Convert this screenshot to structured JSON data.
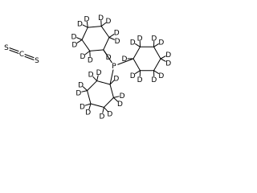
{
  "molecule": {
    "labels": {
      "deuterium": "D",
      "phosphorus": "P",
      "sulfur": "S",
      "carbon": "C"
    }
  }
}
